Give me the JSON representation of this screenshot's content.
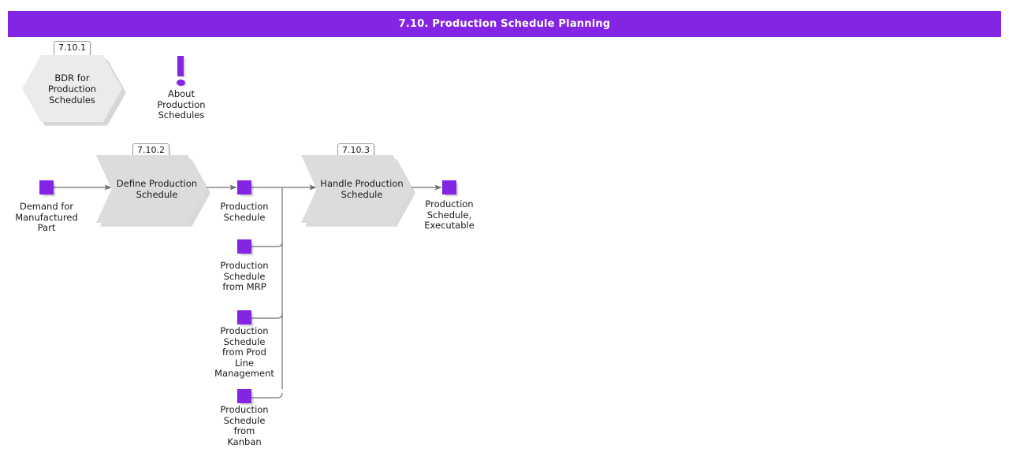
{
  "header": {
    "title": "7.10. Production Schedule Planning",
    "background": "#8325e3",
    "text_color": "#ffffff"
  },
  "theme": {
    "accent": "#8325e3",
    "process_fill": "#dcdcdc",
    "hexagon_fill": "#ebebeb",
    "connector": "#808080",
    "text": "#1a1a1a",
    "canvas": "#ffffff"
  },
  "diagram": {
    "type": "process-flow",
    "tags": [
      {
        "id": "tag-7-10-1",
        "text": "7.10.1"
      },
      {
        "id": "tag-7-10-2",
        "text": "7.10.2"
      },
      {
        "id": "tag-7-10-3",
        "text": "7.10.3"
      }
    ],
    "hexagon": {
      "label": "BDR for Production\nSchedules",
      "tag": "7.10.1"
    },
    "note": {
      "icon": "exclamation-icon",
      "label": "About\nProduction\nSchedules"
    },
    "processes": [
      {
        "id": "define-production-schedule",
        "label": "Define\nProduction\nSchedule",
        "tag": "7.10.2"
      },
      {
        "id": "handle-production-schedule",
        "label": "Handle\nProduction\nSchedule",
        "tag": "7.10.3"
      }
    ],
    "data_objects": [
      {
        "id": "demand-for-manufactured-part",
        "label": "Demand for\nManufactured\nPart"
      },
      {
        "id": "production-schedule",
        "label": "Production\nSchedule"
      },
      {
        "id": "production-schedule-from-mrp",
        "label": "Production\nSchedule\nfrom MRP"
      },
      {
        "id": "production-schedule-from-prod-line-management",
        "label": "Production\nSchedule\nfrom Prod\nLine\nManagement"
      },
      {
        "id": "production-schedule-from-kanban",
        "label": "Production\nSchedule\nfrom\nKanban"
      },
      {
        "id": "production-schedule-executable",
        "label": "Production\nSchedule,\nExecutable"
      }
    ],
    "flows": [
      {
        "from": "demand-for-manufactured-part",
        "to": "define-production-schedule"
      },
      {
        "from": "define-production-schedule",
        "to": "production-schedule"
      },
      {
        "from": "production-schedule",
        "to": "handle-production-schedule"
      },
      {
        "from": "production-schedule-from-mrp",
        "to": "handle-production-schedule"
      },
      {
        "from": "production-schedule-from-prod-line-management",
        "to": "handle-production-schedule"
      },
      {
        "from": "production-schedule-from-kanban",
        "to": "handle-production-schedule"
      },
      {
        "from": "handle-production-schedule",
        "to": "production-schedule-executable"
      }
    ]
  }
}
